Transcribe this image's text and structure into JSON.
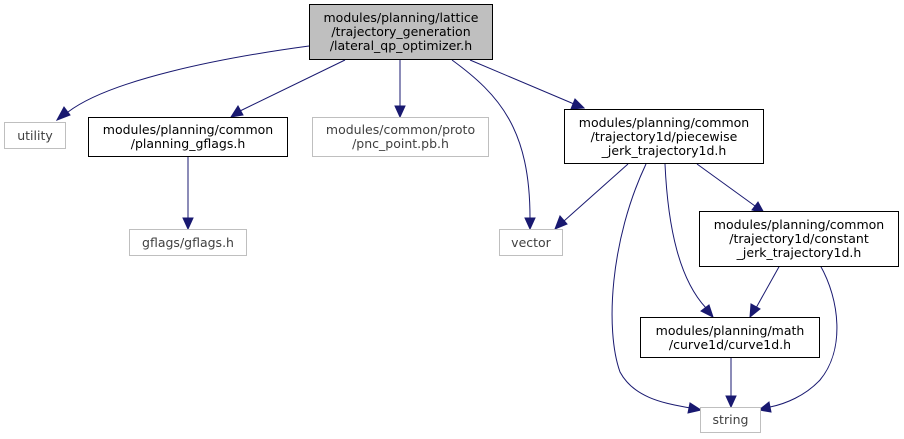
{
  "nodes": {
    "root": {
      "label": "modules/planning/lattice\n/trajectory_generation\n/lateral_qp_optimizer.h"
    },
    "utility": {
      "label": "utility"
    },
    "planning_gflags": {
      "label": "modules/planning/common\n/planning_gflags.h"
    },
    "pnc_point": {
      "label": "modules/common/proto\n/pnc_point.pb.h"
    },
    "vector": {
      "label": "vector"
    },
    "piecewise": {
      "label": "modules/planning/common\n/trajectory1d/piecewise\n_jerk_trajectory1d.h"
    },
    "gflags": {
      "label": "gflags/gflags.h"
    },
    "constant": {
      "label": "modules/planning/common\n/trajectory1d/constant\n_jerk_trajectory1d.h"
    },
    "curve1d": {
      "label": "modules/planning/math\n/curve1d/curve1d.h"
    },
    "string": {
      "label": "string"
    }
  },
  "edges": [
    {
      "from": "root",
      "to": "utility"
    },
    {
      "from": "root",
      "to": "planning_gflags"
    },
    {
      "from": "root",
      "to": "pnc_point"
    },
    {
      "from": "root",
      "to": "vector"
    },
    {
      "from": "root",
      "to": "piecewise"
    },
    {
      "from": "planning_gflags",
      "to": "gflags"
    },
    {
      "from": "piecewise",
      "to": "vector"
    },
    {
      "from": "piecewise",
      "to": "string"
    },
    {
      "from": "piecewise",
      "to": "constant"
    },
    {
      "from": "piecewise",
      "to": "curve1d"
    },
    {
      "from": "constant",
      "to": "curve1d"
    },
    {
      "from": "constant",
      "to": "string"
    },
    {
      "from": "curve1d",
      "to": "string"
    }
  ],
  "colors": {
    "edge": "#191970",
    "root_fill": "#bfbfbf",
    "internal_border": "#000000",
    "external_border": "#bfbfbf"
  }
}
